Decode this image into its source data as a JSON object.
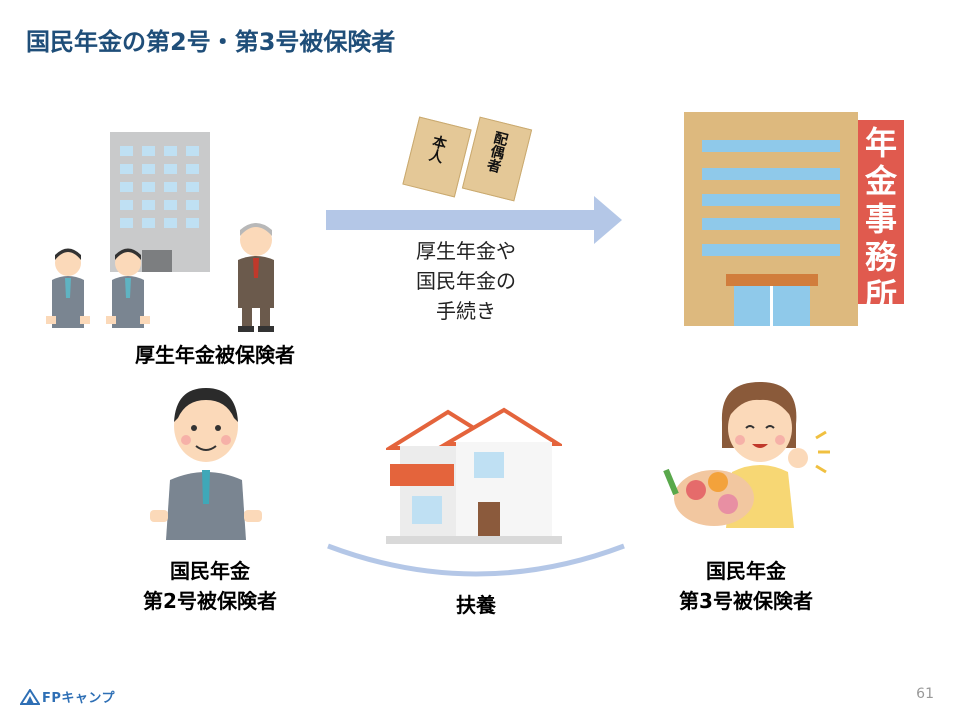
{
  "title": "国民年金の第2号・第3号被保険者",
  "flow": {
    "envelope_labels": [
      "本人",
      "配偶者"
    ],
    "arrow_text": [
      "厚生年金や",
      "国民年金の",
      "手続き"
    ]
  },
  "office": {
    "sign_chars": [
      "年",
      "金",
      "事",
      "務",
      "所"
    ]
  },
  "labels": {
    "employees": "厚生年金被保険者",
    "type2_line1": "国民年金",
    "type2_line2": "第2号被保険者",
    "dependent": "扶養",
    "type3_line1": "国民年金",
    "type3_line2": "第3号被保険者"
  },
  "footer": {
    "logo_text": "FPキャンプ",
    "page_number": "61"
  },
  "colors": {
    "title": "#1f4e79",
    "arrow": "#b4c7e7",
    "office_sign": "#e05a4e",
    "office_wall": "#ddb97e"
  }
}
